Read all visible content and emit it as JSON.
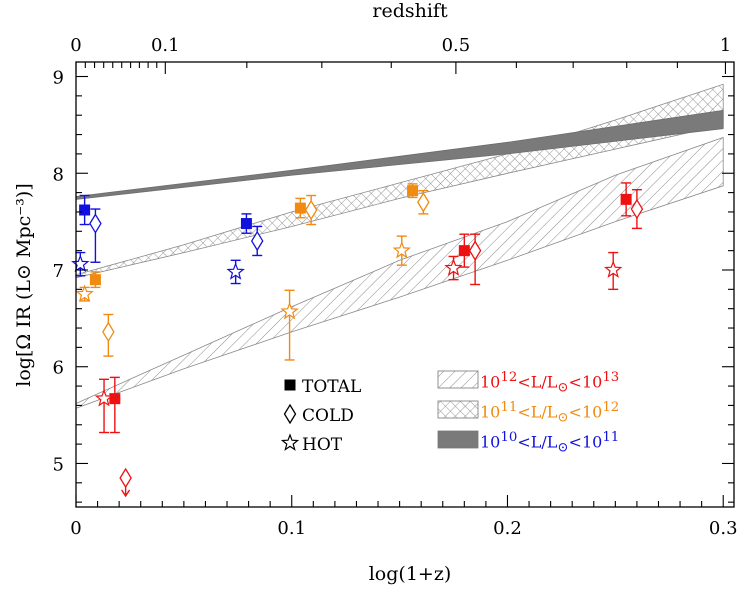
{
  "chart_data": {
    "type": "scatter",
    "title": "",
    "xlabel": "log(1+z)",
    "ylabel": "log[Ω IR (L⊙ Mpc⁻³)]",
    "top_axis_title": "redshift",
    "xlim": [
      0,
      0.305
    ],
    "ylim": [
      4.55,
      9.15
    ],
    "x_ticks": [
      0,
      0.1,
      0.2,
      0.3
    ],
    "x_tick_labels": [
      "0",
      "0.1",
      "0.2",
      "0.3"
    ],
    "y_ticks": [
      5,
      6,
      7,
      8,
      9
    ],
    "y_tick_labels": [
      "5",
      "6",
      "7",
      "8",
      "9"
    ],
    "top_ticks": [
      0,
      0.1,
      0.5,
      1
    ],
    "top_tick_labels": [
      "0",
      "0.1",
      "0.5",
      "1"
    ],
    "grid": false,
    "colors": {
      "red": "#ee1111",
      "orange": "#f08a10",
      "blue": "#1111dd",
      "band_dark": "#7a7a7a",
      "band_hatch": "#999999"
    },
    "luminosity_classes": [
      {
        "label_html": "10<sup>12</sup>&lt;L/L<sub>⊙</sub>&lt;10<sup>13</sup>",
        "color": "#ee1111",
        "band_style": "diagonal-hatch"
      },
      {
        "label_html": "10<sup>11</sup>&lt;L/L<sub>⊙</sub>&lt;10<sup>12</sup>",
        "color": "#f08a10",
        "band_style": "cross-hatch"
      },
      {
        "label_html": "10<sup>10</sup>&lt;L/L<sub>⊙</sub>&lt;10<sup>11</sup>",
        "color": "#1111dd",
        "band_style": "solid"
      }
    ],
    "marker_legend": [
      {
        "marker": "square",
        "label": "TOTAL"
      },
      {
        "marker": "diamond",
        "label": "COLD"
      },
      {
        "marker": "star",
        "label": "HOT"
      }
    ],
    "bands": [
      {
        "class": "10^12-10^13",
        "style": "diagonal-hatch",
        "x": [
          0,
          0.05,
          0.1,
          0.15,
          0.2,
          0.25,
          0.3
        ],
        "lower": [
          5.57,
          5.98,
          6.36,
          6.72,
          7.1,
          7.5,
          7.87
        ],
        "upper": [
          5.62,
          6.12,
          6.62,
          7.1,
          7.5,
          7.98,
          8.37
        ]
      },
      {
        "class": "10^11-10^12",
        "style": "cross-hatch",
        "x": [
          0,
          0.05,
          0.1,
          0.15,
          0.2,
          0.25,
          0.3
        ],
        "lower": [
          6.92,
          7.18,
          7.45,
          7.74,
          8.0,
          8.25,
          8.5
        ],
        "upper": [
          6.95,
          7.26,
          7.6,
          7.9,
          8.2,
          8.55,
          8.92
        ]
      },
      {
        "class": "10^10-10^11",
        "style": "solid",
        "x": [
          0,
          0.1,
          0.2,
          0.3
        ],
        "lower": [
          7.73,
          7.98,
          8.2,
          8.46
        ],
        "upper": [
          7.76,
          8.03,
          8.32,
          8.65
        ]
      }
    ],
    "series": [
      {
        "name": "TOTAL",
        "marker": "square",
        "points": [
          {
            "x": 0.004,
            "y": 7.62,
            "err_lo": 0.15,
            "err_hi": 0.15,
            "color": "#1111dd"
          },
          {
            "x": 0.009,
            "y": 6.9,
            "err_lo": 0.08,
            "err_hi": 0.08,
            "color": "#f08a10"
          },
          {
            "x": 0.018,
            "y": 5.67,
            "err_lo": 0.35,
            "err_hi": 0.22,
            "color": "#ee1111"
          },
          {
            "x": 0.079,
            "y": 7.48,
            "err_lo": 0.1,
            "err_hi": 0.1,
            "color": "#1111dd"
          },
          {
            "x": 0.104,
            "y": 7.64,
            "err_lo": 0.1,
            "err_hi": 0.1,
            "color": "#f08a10"
          },
          {
            "x": 0.156,
            "y": 7.82,
            "err_lo": 0.07,
            "err_hi": 0.07,
            "color": "#f08a10"
          },
          {
            "x": 0.18,
            "y": 7.2,
            "err_lo": 0.17,
            "err_hi": 0.17,
            "color": "#ee1111"
          },
          {
            "x": 0.255,
            "y": 7.73,
            "err_lo": 0.17,
            "err_hi": 0.17,
            "color": "#ee1111"
          }
        ]
      },
      {
        "name": "COLD",
        "marker": "diamond",
        "points": [
          {
            "x": 0.009,
            "y": 7.48,
            "err_lo": 0.4,
            "err_hi": 0.15,
            "color": "#1111dd"
          },
          {
            "x": 0.015,
            "y": 6.36,
            "err_lo": 0.25,
            "err_hi": 0.18,
            "color": "#f08a10"
          },
          {
            "x": 0.023,
            "y": 4.85,
            "err_lo": 0,
            "err_hi": 0,
            "upper_limit": true,
            "color": "#ee1111"
          },
          {
            "x": 0.084,
            "y": 7.3,
            "err_lo": 0.15,
            "err_hi": 0.15,
            "color": "#1111dd"
          },
          {
            "x": 0.109,
            "y": 7.62,
            "err_lo": 0.15,
            "err_hi": 0.15,
            "color": "#f08a10"
          },
          {
            "x": 0.161,
            "y": 7.7,
            "err_lo": 0.12,
            "err_hi": 0.12,
            "color": "#f08a10"
          },
          {
            "x": 0.185,
            "y": 7.2,
            "err_lo": 0.35,
            "err_hi": 0.17,
            "color": "#ee1111"
          },
          {
            "x": 0.26,
            "y": 7.63,
            "err_lo": 0.2,
            "err_hi": 0.2,
            "color": "#ee1111"
          }
        ]
      },
      {
        "name": "HOT",
        "marker": "star",
        "points": [
          {
            "x": 0.002,
            "y": 7.06,
            "err_lo": 0.12,
            "err_hi": 0.12,
            "color": "#1111dd"
          },
          {
            "x": 0.004,
            "y": 6.75,
            "err_lo": 0.07,
            "err_hi": 0.07,
            "color": "#f08a10"
          },
          {
            "x": 0.013,
            "y": 5.67,
            "err_lo": 0.35,
            "err_hi": 0.2,
            "color": "#ee1111"
          },
          {
            "x": 0.074,
            "y": 6.98,
            "err_lo": 0.12,
            "err_hi": 0.12,
            "color": "#1111dd"
          },
          {
            "x": 0.099,
            "y": 6.57,
            "err_lo": 0.5,
            "err_hi": 0.22,
            "color": "#f08a10"
          },
          {
            "x": 0.151,
            "y": 7.2,
            "err_lo": 0.15,
            "err_hi": 0.15,
            "color": "#f08a10"
          },
          {
            "x": 0.175,
            "y": 7.02,
            "err_lo": 0.12,
            "err_hi": 0.12,
            "color": "#ee1111"
          },
          {
            "x": 0.249,
            "y": 7.0,
            "err_lo": 0.2,
            "err_hi": 0.18,
            "color": "#ee1111"
          }
        ]
      }
    ]
  }
}
